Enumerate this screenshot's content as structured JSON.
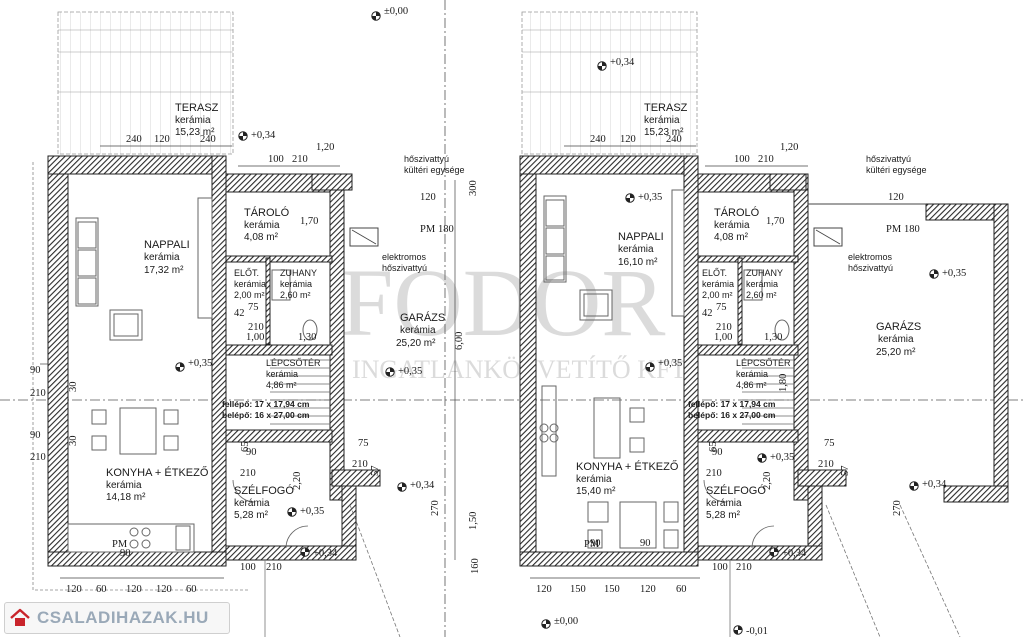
{
  "rooms": {
    "terasz_l": {
      "name": "TERASZ",
      "material": "kerámia",
      "area": "15,23 m²"
    },
    "terasz_r": {
      "name": "TERASZ",
      "material": "kerámia",
      "area": "15,23 m²"
    },
    "nappali_l": {
      "name": "NAPPALI",
      "material": "kerámia",
      "area": "17,32 m²"
    },
    "nappali_r": {
      "name": "NAPPALI",
      "material": "kerámia",
      "area": "16,10 m²"
    },
    "tarolo_l": {
      "name": "TÁROLÓ",
      "material": "kerámia",
      "area": "4,08 m²"
    },
    "tarolo_r": {
      "name": "TÁROLÓ",
      "material": "kerámia",
      "area": "4,08 m²"
    },
    "elot_l": {
      "name": "ELŐT.",
      "material": "kerámia",
      "area": "2,00 m²"
    },
    "elot_r": {
      "name": "ELŐT.",
      "material": "kerámia",
      "area": "2,00 m²"
    },
    "zuhany_l": {
      "name": "ZUHANY",
      "material": "kerámia",
      "area": "2,60 m²"
    },
    "zuhany_r": {
      "name": "ZUHANY",
      "material": "kerámia",
      "area": "2,60 m²"
    },
    "garazs_l": {
      "name": "GARÁZS",
      "material": "kerámia",
      "area": "25,20 m²"
    },
    "garazs_r": {
      "name": "GARÁZS",
      "material": "kerámia",
      "area": "25,20 m²"
    },
    "lepcso_l": {
      "name": "LÉPCSŐTÉR",
      "material": "kerámia",
      "area": "4,86 m²"
    },
    "lepcso_r": {
      "name": "LÉPCSŐTÉR",
      "material": "kerámia",
      "area": "4,86 m²"
    },
    "konyha_l": {
      "name": "KONYHA + ÉTKEZŐ",
      "material": "kerámia",
      "area": "14,18 m²"
    },
    "konyha_r": {
      "name": "KONYHA + ÉTKEZŐ",
      "material": "kerámia",
      "area": "15,40 m²"
    },
    "szelfogo_l": {
      "name": "SZÉLFOGÓ",
      "material": "kerámia",
      "area": "5,28 m²"
    },
    "szelfogo_r": {
      "name": "SZÉLFOGÓ",
      "material": "kerámia",
      "area": "5,28 m²"
    }
  },
  "notes": {
    "hoszivattyu_line1": "hőszivattyú",
    "hoszivattyu_line2": "kültéri egysége",
    "elektromos_line1": "elektromos",
    "elektromos_line2": "hőszivattyú",
    "felepo": "fellépő: 17 x 17,94 cm",
    "belepo": "belépő: 16 x 27,00 cm"
  },
  "levels": {
    "zero": "±0,00",
    "plus034": "+0,34",
    "plus035": "+0,35",
    "minus001": "-0,01"
  },
  "dims": {
    "d240": "240",
    "d120": "120",
    "d100": "100",
    "d210": "210",
    "d90": "90",
    "d60": "60",
    "d30": "30",
    "d180": "180",
    "d150": "150",
    "d75": "75",
    "d42": "42",
    "d65": "65",
    "d57": "57",
    "d270": "270",
    "d1_20": "1,20",
    "d1_70": "1,70",
    "d1_00": "1,00",
    "d1_30": "1,30",
    "d1_80": "1,80",
    "d2_20": "2,20",
    "d1_50": "1,50",
    "d6_00": "6,00",
    "d2_10": "210",
    "pm": "PM",
    "d300": "300",
    "d160": "160"
  },
  "watermark": {
    "logo": "FODOR",
    "sub": "INGATLANKÖZVETÍTŐ KFT."
  },
  "badge": {
    "text": "CSALADIHAZAK.HU"
  },
  "colors": {
    "wall": "#3a3a3a",
    "hatch": "#9a9a9a",
    "line": "#444444",
    "badge_text": "#9aa9b8"
  }
}
